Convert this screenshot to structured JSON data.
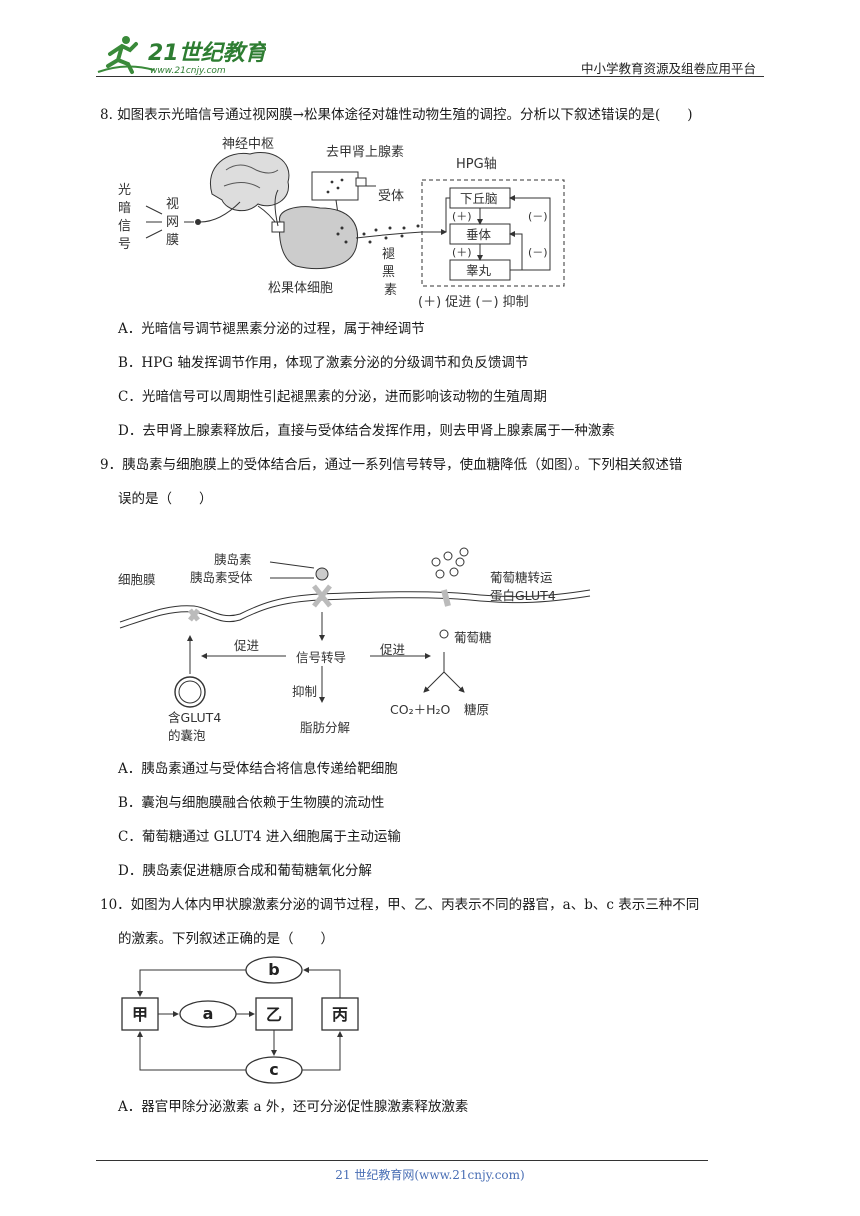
{
  "header": {
    "logo_text": "21世纪教育",
    "logo_url": "www.21cnjy.com",
    "platform": "中小学教育资源及组卷应用平台"
  },
  "q8": {
    "stem": "8. 如图表示光暗信号通过视网膜→松果体途径对雄性动物生殖的调控。分析以下叙述错误的是(　　)",
    "fig": {
      "light_signal": [
        "光",
        "暗",
        "信",
        "号"
      ],
      "retina": [
        "视",
        "网",
        "膜"
      ],
      "center": "神经中枢",
      "norepi": "去甲肾上腺素",
      "receptor": "受体",
      "pineal": "松果体细胞",
      "melatonin": [
        "褪",
        "黑",
        "素"
      ],
      "hpg": "HPG轴",
      "hypothalamus": "下丘脑",
      "pituitary": "垂体",
      "testis": "睾丸",
      "plus": "(＋)",
      "minus": "(－)",
      "legend": "(＋) 促进 (－) 抑制"
    },
    "options": [
      "A．光暗信号调节褪黑素分泌的过程，属于神经调节",
      "B．HPG 轴发挥调节作用，体现了激素分泌的分级调节和负反馈调节",
      "C．光暗信号可以周期性引起褪黑素的分泌，进而影响该动物的生殖周期",
      "D．去甲肾上腺素释放后，直接与受体结合发挥作用，则去甲肾上腺素属于一种激素"
    ]
  },
  "q9": {
    "stem_line1": "9．胰岛素与细胞膜上的受体结合后，通过一系列信号转导，使血糖降低（如图）。下列相关叙述错",
    "stem_line2": "误的是（　　）",
    "fig": {
      "membrane": "细胞膜",
      "insulin": "胰岛素",
      "insulin_receptor": "胰岛素受体",
      "glut4_line1": "葡萄糖转运",
      "glut4_line2": "蛋白GLUT4",
      "glucose": "葡萄糖",
      "promote": "促进",
      "signal": "信号转导",
      "inhibit": "抑制",
      "fat": "脂肪分解",
      "vesicle_line1": "含GLUT4",
      "vesicle_line2": "的囊泡",
      "co2": "CO₂＋H₂O",
      "glycogen": "糖原"
    },
    "options": [
      "A．胰岛素通过与受体结合将信息传递给靶细胞",
      "B．囊泡与细胞膜融合依赖于生物膜的流动性",
      "C．葡萄糖通过 GLUT4 进入细胞属于主动运输",
      "D．胰岛素促进糖原合成和葡萄糖氧化分解"
    ]
  },
  "q10": {
    "stem_line1": "10．如图为人体内甲状腺激素分泌的调节过程，甲、乙、丙表示不同的器官，a、b、c 表示三种不同",
    "stem_line2": "的激素。下列叙述正确的是（　　）",
    "fig": {
      "jia": "甲",
      "yi": "乙",
      "bing": "丙",
      "a": "a",
      "b": "b",
      "c": "c"
    },
    "options": [
      "A．器官甲除分泌激素 a 外，还可分泌促性腺激素释放激素"
    ]
  },
  "footer": {
    "text": "21 世纪教育网(www.21cnjy.com)"
  }
}
